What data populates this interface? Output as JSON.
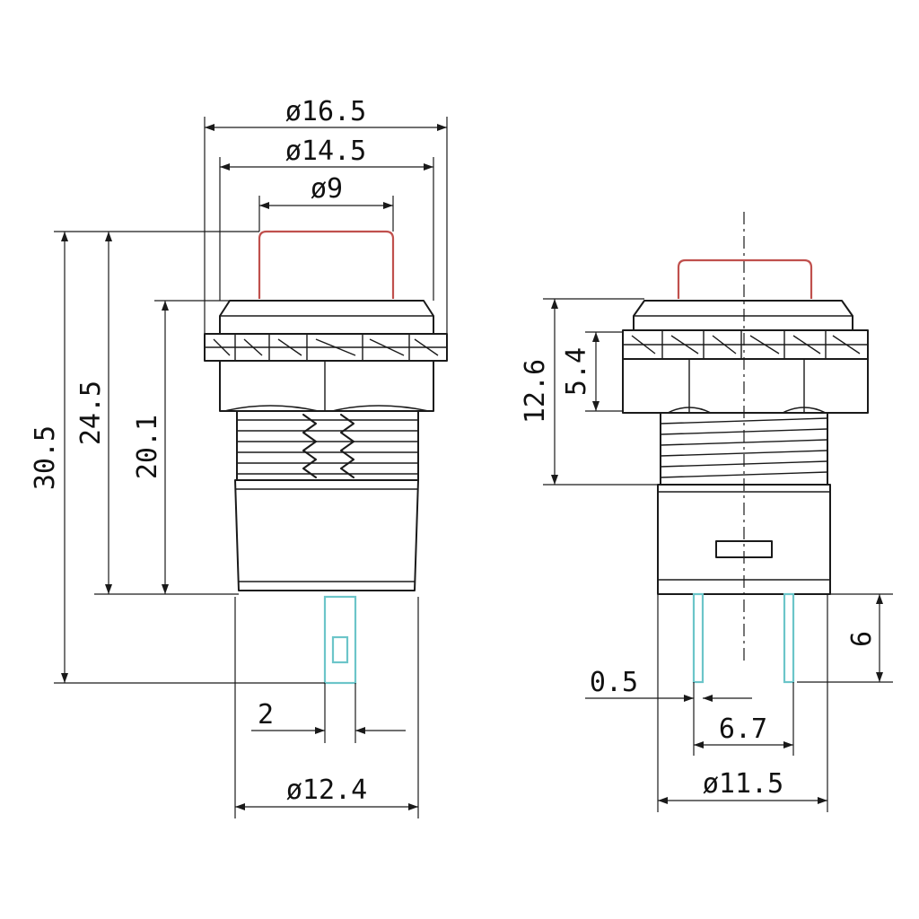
{
  "colors": {
    "line": "#1a1a1a",
    "cap": "#c0504d",
    "pin": "#6cc5c9",
    "background": "#ffffff"
  },
  "front_view": {
    "dims": {
      "outer_diameter": "ø16.5",
      "flange_diameter": "ø14.5",
      "cap_diameter": "ø9",
      "total_height": "30.5",
      "height_to_cap": "24.5",
      "body_height": "20.1",
      "pin_width": "2",
      "body_diameter": "ø12.4"
    }
  },
  "side_view": {
    "dims": {
      "thread_height": "12.6",
      "nut_height": "5.4",
      "pin_length": "6",
      "pin_thickness": "0.5",
      "pin_spacing": "6.7",
      "body_diameter": "ø11.5"
    }
  }
}
